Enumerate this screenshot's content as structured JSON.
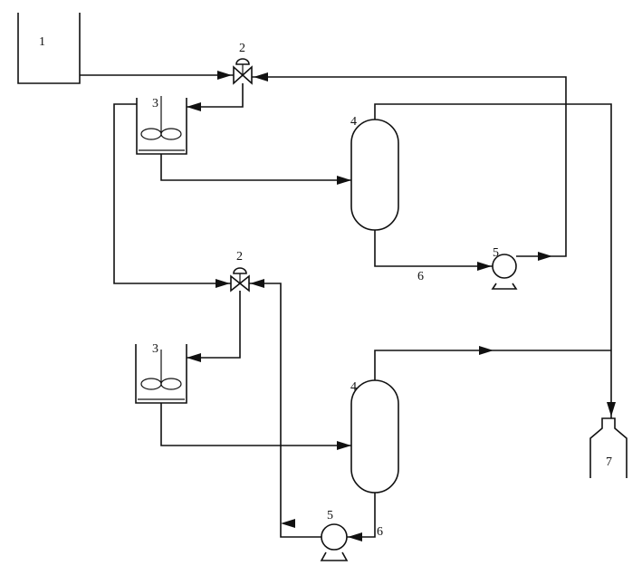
{
  "labels": {
    "storage_tank": "1",
    "valve_top": "2",
    "valve_bottom": "2",
    "mixer_top": "3",
    "mixer_bottom": "3",
    "column_top": "4",
    "column_bottom": "4",
    "pump_top": "5",
    "pump_bottom": "5",
    "outlet_top": "6",
    "outlet_bottom": "6",
    "product_bottle": "7"
  }
}
